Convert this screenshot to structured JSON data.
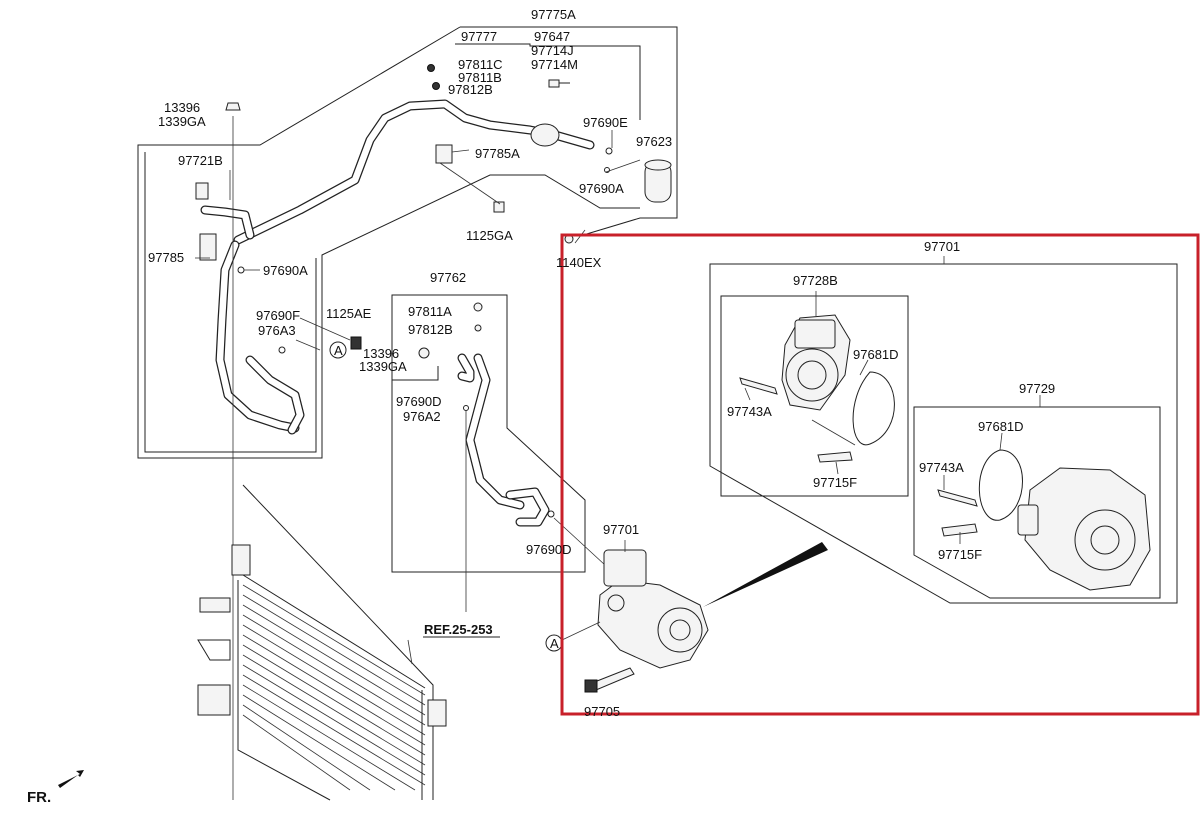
{
  "diagram": {
    "labels": {
      "l97775A": "97775A",
      "l97777": "97777",
      "l97647": "97647",
      "l97714J": "97714J",
      "l97714M": "97714M",
      "l97811C": "97811C",
      "l97811B": "97811B",
      "l97812B_top": "97812B",
      "l97690E": "97690E",
      "l97623": "97623",
      "l97785A": "97785A",
      "l97690A_right": "97690A",
      "l1125GA": "1125GA",
      "l1140EX": "1140EX",
      "l13396_top": "13396",
      "l1339GA_top": "1339GA",
      "l97721B": "97721B",
      "l97785": "97785",
      "l97690A_left": "97690A",
      "l97690F": "97690F",
      "l976A3": "976A3",
      "l1125AE": "1125AE",
      "l13396_mid": "13396",
      "l1339GA_mid": "1339GA",
      "l97762": "97762",
      "l97811A": "97811A",
      "l97812B_mid": "97812B",
      "l97690D_mid": "97690D",
      "l976A2": "976A2",
      "l97690D_low": "97690D",
      "l97701_comp": "97701",
      "l97705": "97705",
      "ref": "REF.25-253",
      "fr": "FR.",
      "l97701_box": "97701",
      "l97728B": "97728B",
      "l97681D_a": "97681D",
      "l97743A_a": "97743A",
      "l97715F_a": "97715F",
      "l97729": "97729",
      "l97681D_b": "97681D",
      "l97743A_b": "97743A",
      "l97715F_b": "97715F"
    },
    "callout": "A",
    "highlight_color": "#c8202a"
  }
}
